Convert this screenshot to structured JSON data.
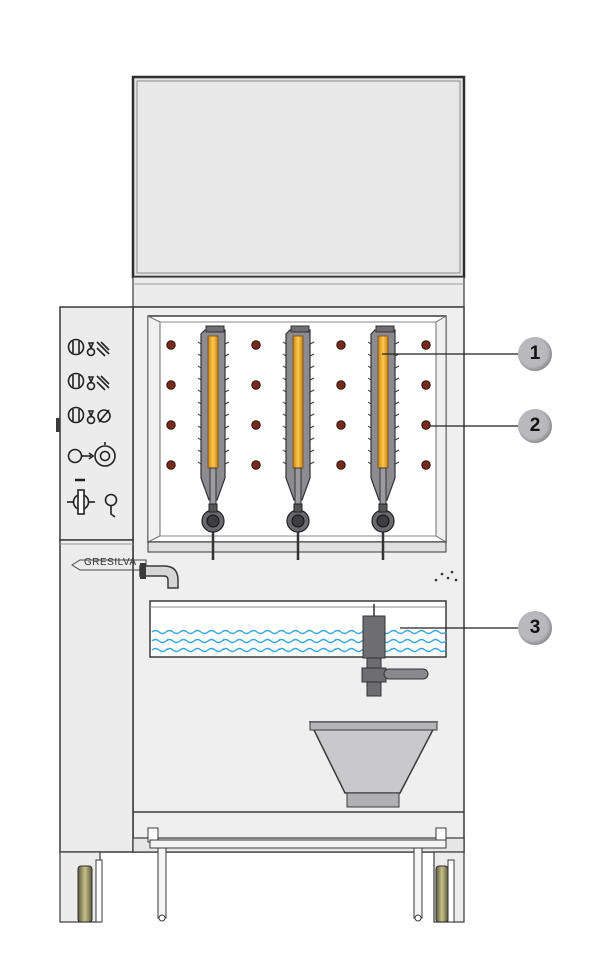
{
  "diagram": {
    "brand_label": "GRESILVA",
    "callouts": [
      {
        "number": "1"
      },
      {
        "number": "2"
      },
      {
        "number": "3"
      }
    ],
    "colors": {
      "body": "#e9e9ea",
      "outline": "#3a3a3a",
      "heater_tube": "#f0a820",
      "water": "#3aa6e0",
      "nozzle": "#7a2a1c",
      "callout_badge": "#b9b9bd"
    },
    "control_panel_icons": [
      "burner-ignition-icon-1",
      "burner-ignition-icon-2",
      "burner-ignition-icon-3",
      "pilot-flame-icon",
      "main-valve-icon"
    ]
  }
}
